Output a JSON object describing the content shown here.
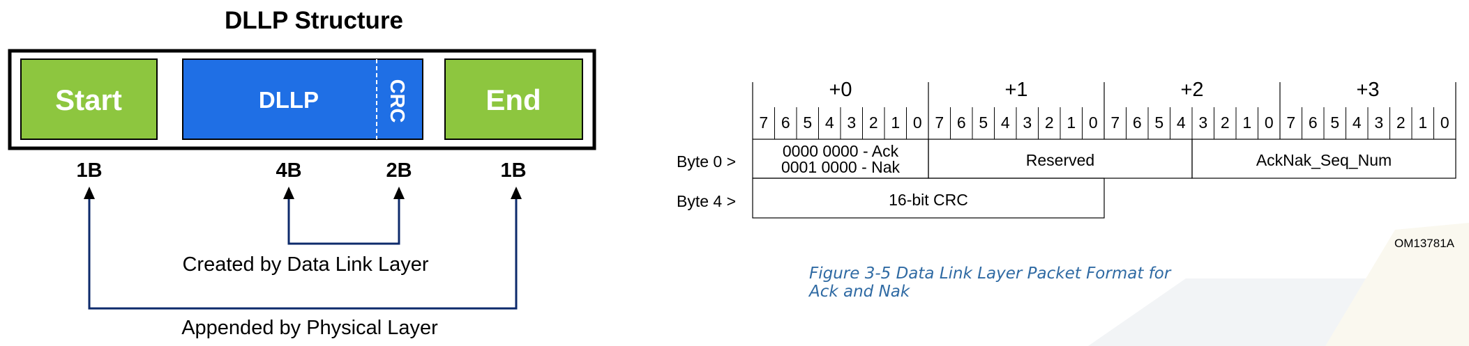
{
  "left": {
    "title": "DLLP Structure",
    "blocks": {
      "start": {
        "label": "Start",
        "color": "#8dc63f"
      },
      "dllp": {
        "label": "DLLP",
        "color": "#1f6fe5"
      },
      "crc": {
        "label": "CRC",
        "color": "#1f6fe5"
      },
      "end": {
        "label": "End",
        "color": "#8dc63f"
      }
    },
    "sizes": {
      "start": "1B",
      "dllp": "4B",
      "crc": "2B",
      "end": "1B"
    },
    "notes": {
      "dll": "Created by Data Link Layer",
      "phy": "Appended by Physical Layer"
    }
  },
  "right": {
    "byte_headers": [
      "+0",
      "+1",
      "+2",
      "+3"
    ],
    "bits": [
      "7",
      "6",
      "5",
      "4",
      "3",
      "2",
      "1",
      "0",
      "7",
      "6",
      "5",
      "4",
      "3",
      "2",
      "1",
      "0",
      "7",
      "6",
      "5",
      "4",
      "3",
      "2",
      "1",
      "0",
      "7",
      "6",
      "5",
      "4",
      "3",
      "2",
      "1",
      "0"
    ],
    "rows": {
      "byte0": {
        "label": "Byte 0 >",
        "ack": "0000 0000 - Ack",
        "nak": "0001 0000 - Nak",
        "reserved": "Reserved",
        "seq": "AckNak_Seq_Num"
      },
      "byte4": {
        "label": "Byte 4 >",
        "crc": "16-bit CRC"
      }
    },
    "figure_id": "OM13781A",
    "caption": "Figure  3-5  Data Link Layer Packet Format for Ack and Nak"
  }
}
